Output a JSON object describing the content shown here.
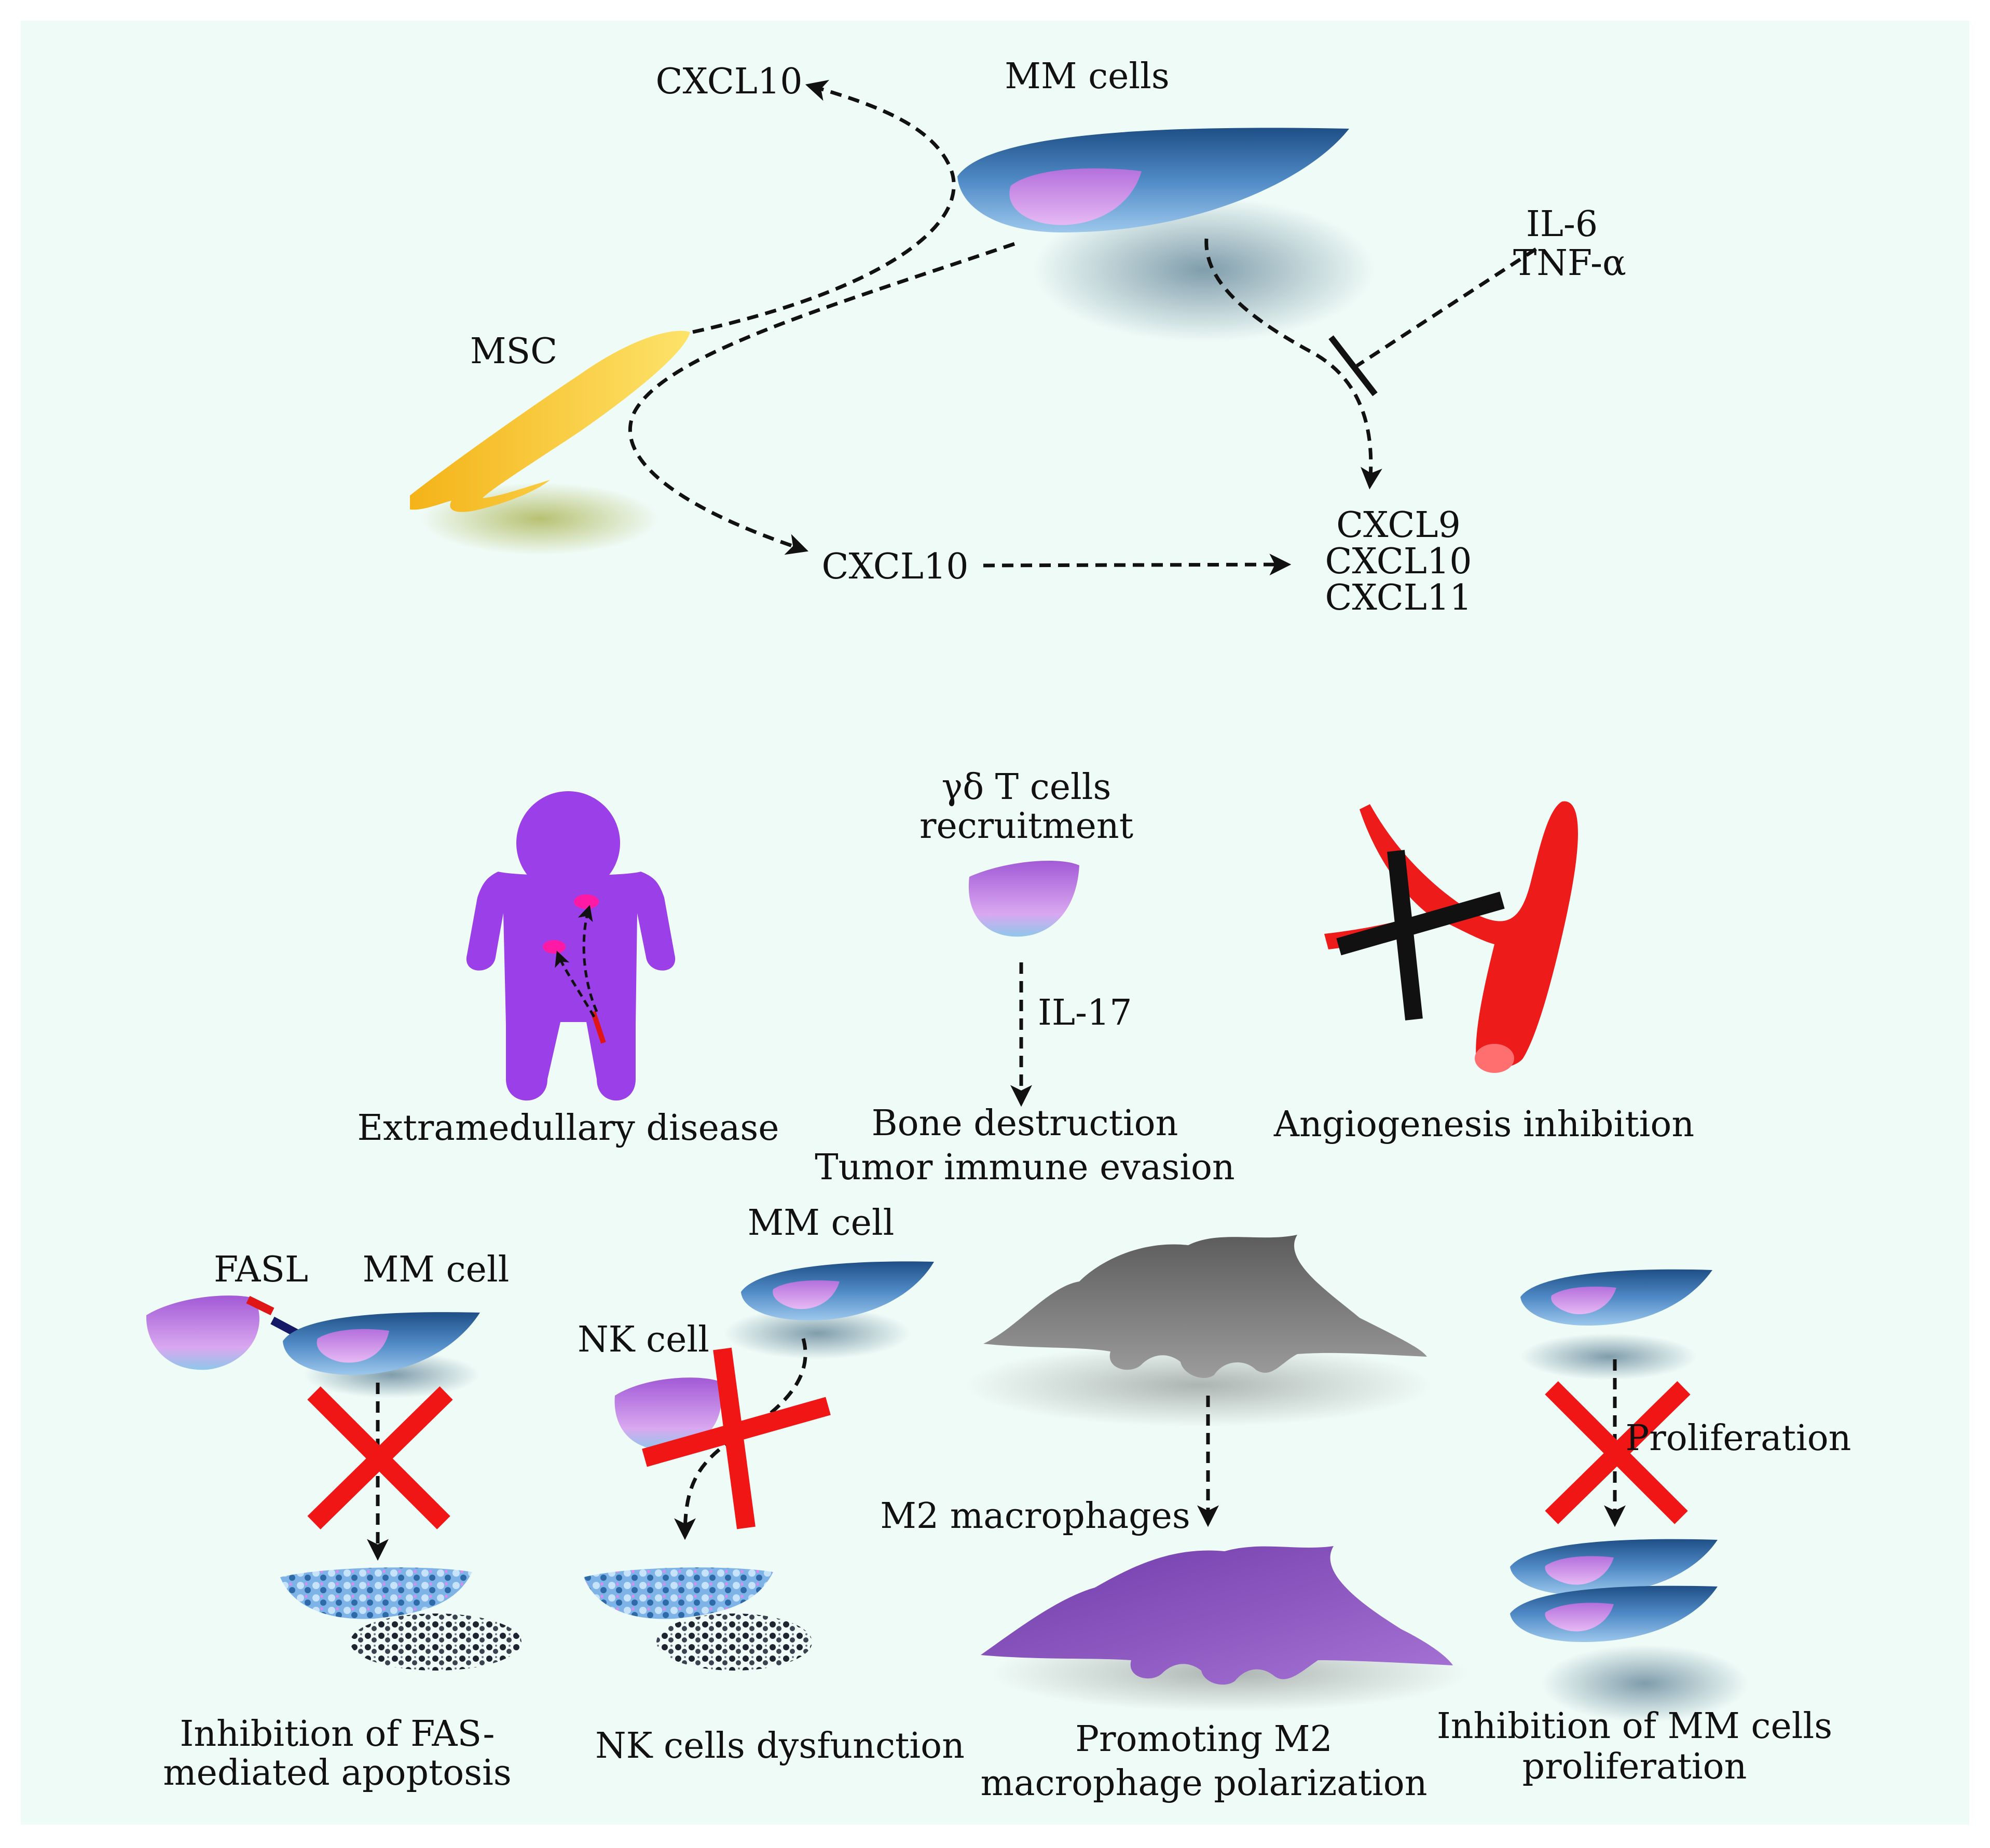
{
  "colors": {
    "background": "#effbf7",
    "mm_cell_body": "#3f7fbf",
    "mm_cell_nucleus": "#c48ae0",
    "msc": "#f3c11d",
    "immune_cell": "#c992e6",
    "person": "#9b3fe8",
    "vessel": "#ee1b1b",
    "block_cross_red": "#f01616",
    "macrophage_gray": "#7d7d7d",
    "macrophage_m2": "#8a4fc0"
  },
  "top_panel": {
    "mm_cells_label": "MM cells",
    "cxcl10_top": "CXCL10",
    "msc_label": "MSC",
    "cxcl10_bottom": "CXCL10",
    "cytokines": [
      "IL-6",
      "TNF-α"
    ],
    "chemokines": [
      "CXCL9",
      "CXCL10",
      "CXCL11"
    ]
  },
  "middle_panel": {
    "extramedullary_label": "Extramedullary disease",
    "gd_title": [
      "γδ T cells",
      "recruitment"
    ],
    "il17_label": "IL-17",
    "gd_outcome": [
      "Bone destruction",
      "Tumor immune evasion"
    ],
    "angiogenesis_label": "Angiogenesis inhibition"
  },
  "bottom_panel": {
    "fas": {
      "fasl_label": "FASL",
      "mm_cell_label": "MM cell",
      "caption": [
        "Inhibition of FAS-",
        "mediated apoptosis"
      ]
    },
    "nk": {
      "mm_cell_label": "MM cell",
      "nk_cell_label": "NK cell",
      "caption": "NK cells dysfunction"
    },
    "macrophage": {
      "m2_label": "M2 macrophages",
      "caption": [
        "Promoting M2",
        "macrophage polarization"
      ]
    },
    "proliferation": {
      "proliferation_label": "Proliferation",
      "caption": [
        "Inhibition of MM cells",
        "proliferation"
      ]
    }
  }
}
